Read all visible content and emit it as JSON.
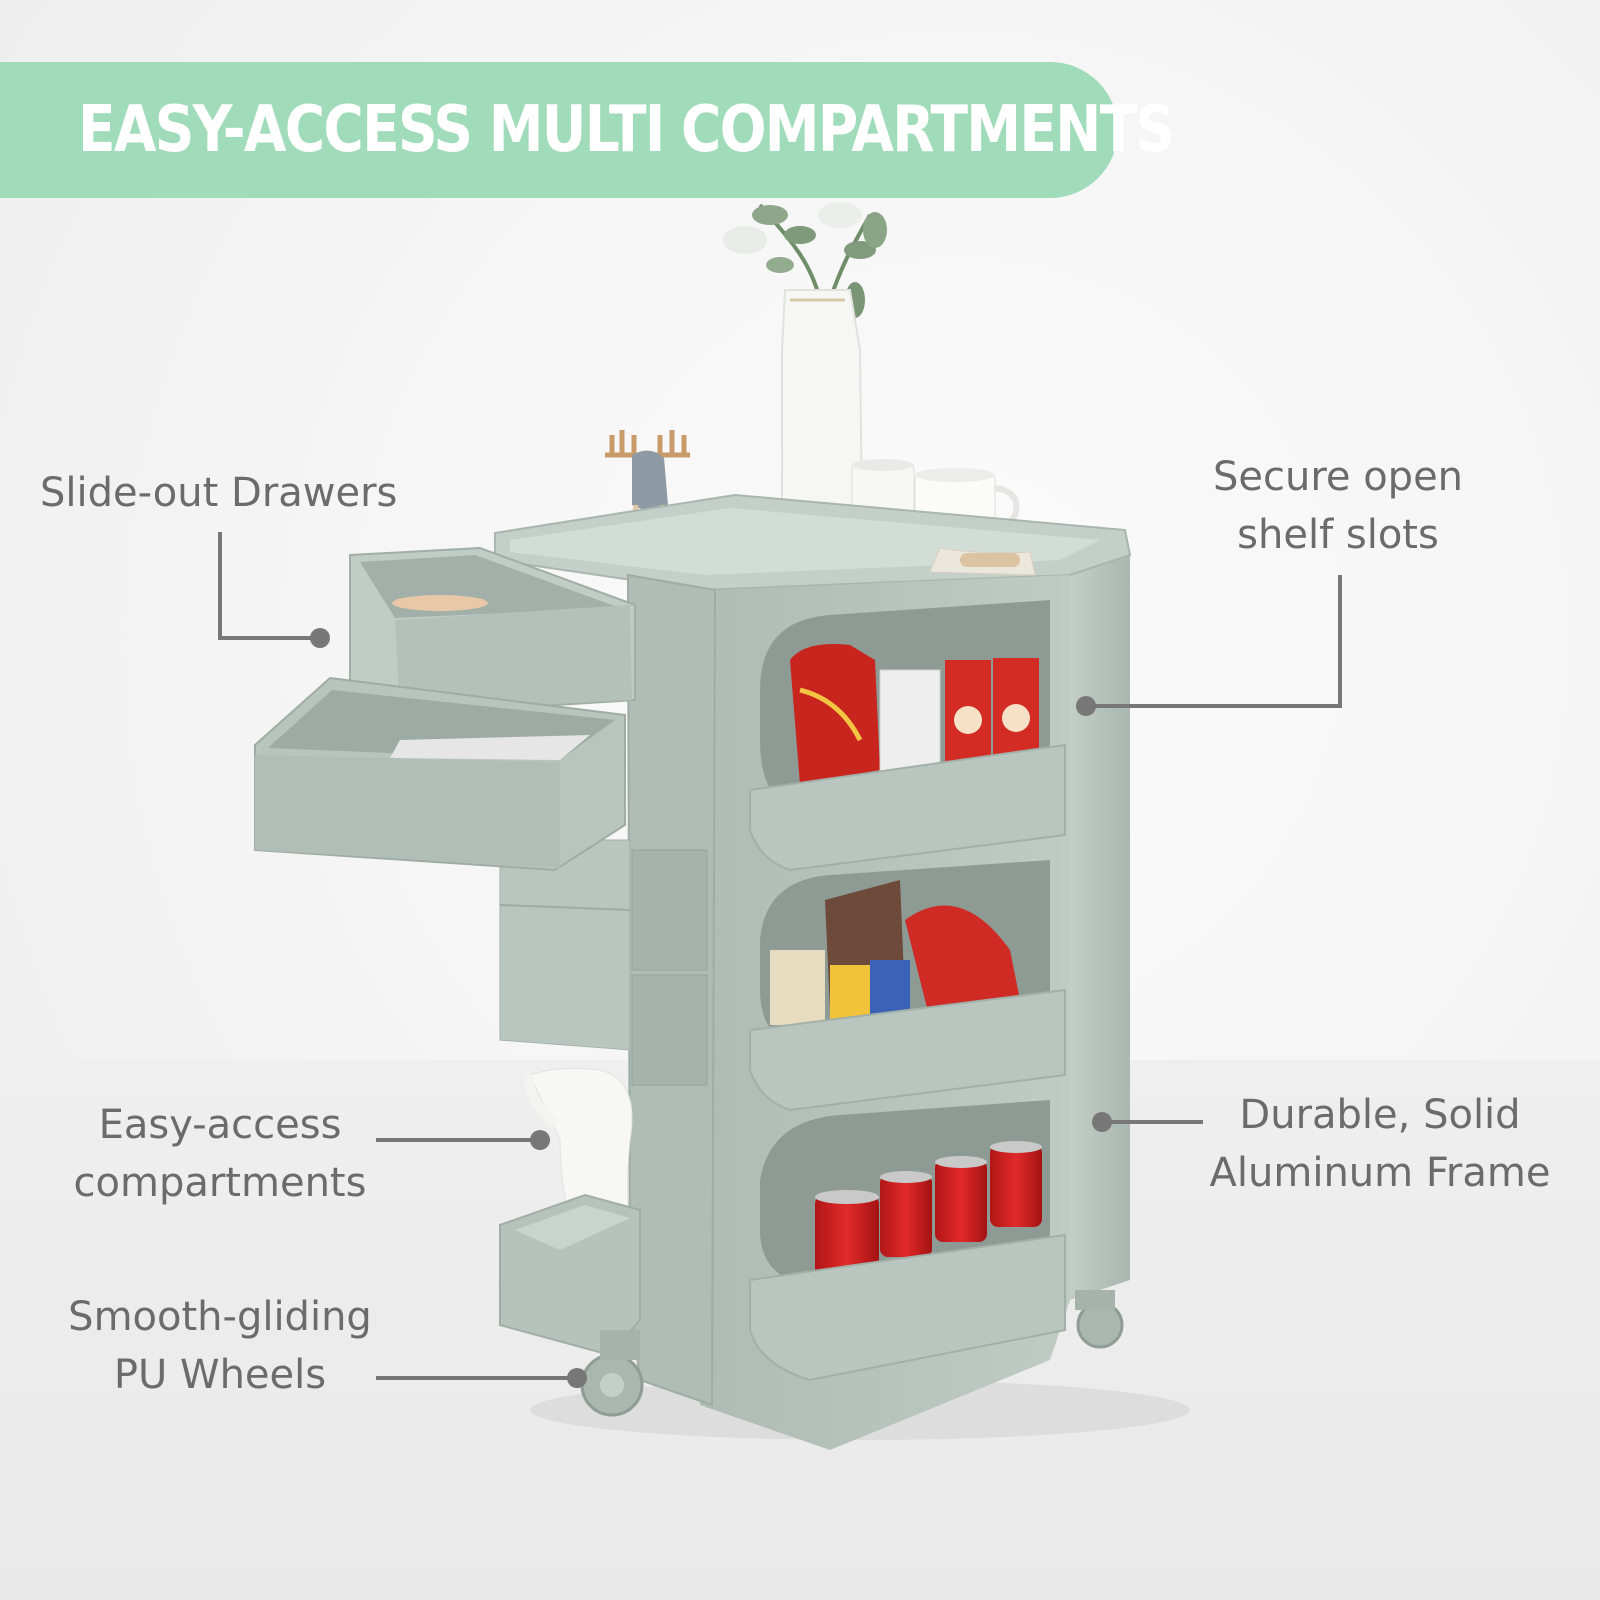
{
  "banner": {
    "title": "EASY-ACCESS MULTI COMPARTMENTS"
  },
  "labels": {
    "drawers": "Slide-out Drawers",
    "shelf": [
      "Secure open",
      "shelf slots"
    ],
    "compartments": [
      "Easy-access",
      "compartments"
    ],
    "frame": [
      "Durable, Solid",
      "Aluminum Frame"
    ],
    "wheels": [
      "Smooth-gliding",
      "PU Wheels"
    ]
  },
  "colors": {
    "banner": "#a0dcb9",
    "banner_text": "#ffffff",
    "cart": "#b6c3bd",
    "callout_line": "#777777",
    "label_text": "#6b6b6b"
  }
}
